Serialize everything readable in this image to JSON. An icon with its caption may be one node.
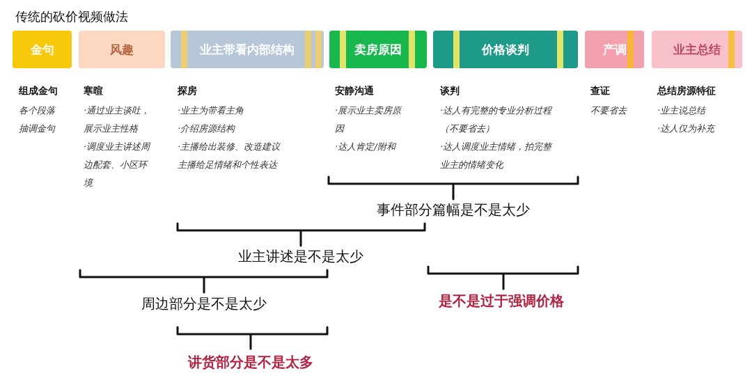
{
  "diagram": {
    "title": "传统的砍价视频做法",
    "nodes": [
      {
        "text": [
          "金句"
        ],
        "beside": [
          "组成金句",
          "各个段落抽调金句"
        ]
      },
      {
        "text": [
          "风趣"
        ],
        "beside": [
          "寒暄",
          "·通过业主谈吐，展示业主性格",
          "·调度业主讲述周边配套、小区环境"
        ]
      },
      {
        "text": [
          "业主带看内部结构"
        ],
        "beside": [
          "探房",
          "·业主为带看主角",
          "·介绍房源结构",
          "·主播给出装修、改造建议",
          "主播给足情绪和个性表达"
        ]
      },
      {
        "text": [
          "卖房原因"
        ],
        "beside": [
          "安静沟通",
          "·展示业主卖房原因",
          "·达人肯定/附和"
        ]
      },
      {
        "text": [
          "价格谈判"
        ],
        "beside": [
          "谈判",
          "·达人有完整的专业分析过程（不要省去）",
          "·达人调度业主情绪，拍完整业主的情绪变化"
        ]
      },
      {
        "text": [
          "产调"
        ],
        "beside": [
          "查证",
          "不要省去"
        ]
      },
      {
        "text": [
          "业主总结"
        ],
        "beside": [
          "总结房源特征",
          "·业主说总结",
          "·达人仅为补充"
        ]
      }
    ],
    "labels": [
      "事件部分篇幅是不是太少",
      "业主讲述是不是太少",
      "周边部分是不是太少",
      "是不是过于强调价格",
      "讲货部分是不是太多"
    ]
  }
}
